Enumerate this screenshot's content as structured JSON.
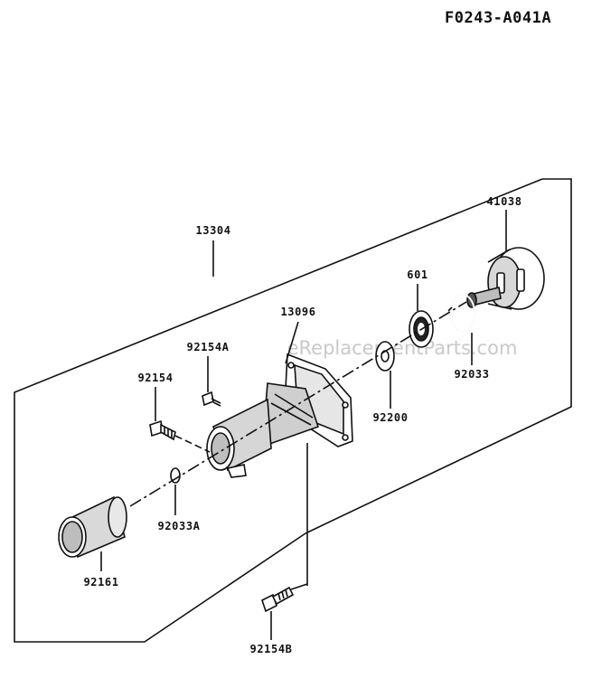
{
  "diagram_code": "F0243-A041A",
  "watermark": "eReplacementParts.com",
  "parts": {
    "assembly": "13304",
    "housing": "13096",
    "clutch_drum": "41038",
    "bearing": "601",
    "snap_ring": "92033",
    "washer": "92200",
    "bolt_a": "92154A",
    "bolt": "92154",
    "ring_a": "92033A",
    "pipe": "92161",
    "bolt_b": "92154B"
  }
}
